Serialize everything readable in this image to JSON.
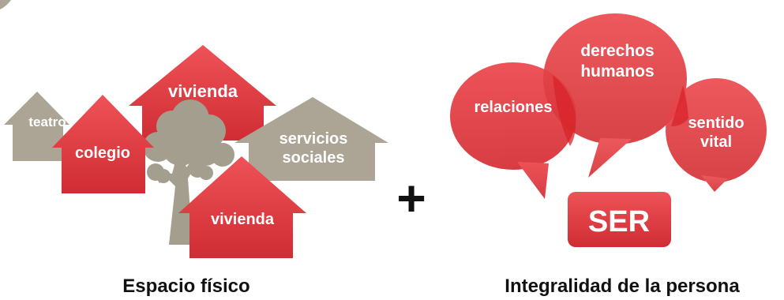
{
  "colors": {
    "red": "#e8464b",
    "red_dark": "#c9292f",
    "red_overlap": "#d8232a",
    "gray": "#aca595",
    "tree": "#a49e8f",
    "text_dark": "#111111",
    "text_light": "#ffffff"
  },
  "left_group": {
    "caption": "Espacio físico",
    "houses": [
      {
        "label": "teatro",
        "color": "gray"
      },
      {
        "label": "colegio",
        "color": "red"
      },
      {
        "label": "vivienda",
        "color": "red"
      },
      {
        "label_line1": "servicios",
        "label_line2": "sociales",
        "color": "gray"
      },
      {
        "label": "vivienda",
        "color": "red"
      }
    ],
    "tree_icon": "tree-icon"
  },
  "plus_sign": "+",
  "right_group": {
    "caption": "Integralidad de la persona",
    "bubbles": [
      {
        "label": "relaciones"
      },
      {
        "label_line1": "derechos",
        "label_line2": "humanos"
      },
      {
        "label_line1": "sentido",
        "label_line2": "vital"
      }
    ],
    "core_label": "SER"
  }
}
